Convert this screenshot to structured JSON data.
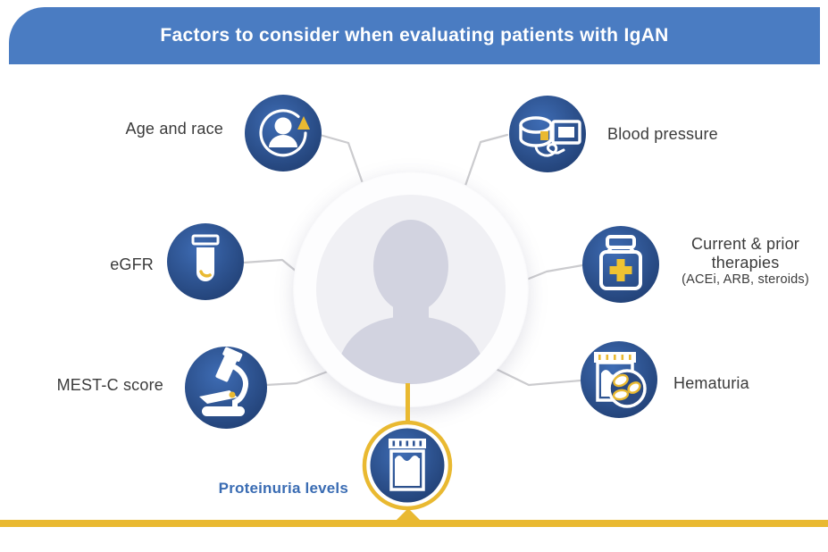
{
  "header": {
    "title": "Factors to consider when evaluating patients with IgAN"
  },
  "factors": {
    "age_race": {
      "label": "Age and race",
      "icon": "person-cycle-icon"
    },
    "blood_pressure": {
      "label": "Blood pressure",
      "icon": "blood-pressure-cuff-icon"
    },
    "egfr": {
      "label": "eGFR",
      "icon": "test-tube-icon"
    },
    "therapies": {
      "label_line1": "Current & prior",
      "label_line2": "therapies",
      "sublabel": "(ACEi, ARB, steroids)",
      "icon": "medicine-bottle-icon"
    },
    "mestc": {
      "label": "MEST-C score",
      "icon": "microscope-icon"
    },
    "hematuria": {
      "label": "Hematuria",
      "icon": "urine-sample-cells-icon"
    },
    "proteinuria": {
      "label": "Proteinuria levels",
      "icon": "urine-container-icon"
    }
  },
  "colors": {
    "header_blue": "#4a7cc2",
    "accent_yellow": "#e9b931",
    "icon_blue_light": "#3e6cb4",
    "icon_blue_dark": "#1c3869",
    "inner_circle": "#f0f0f4",
    "silhouette_gray": "#d2d3e0",
    "connector_gray": "#cbcbce",
    "label_dark": "#3b3b3b",
    "label_blue": "#3a6cb3"
  }
}
